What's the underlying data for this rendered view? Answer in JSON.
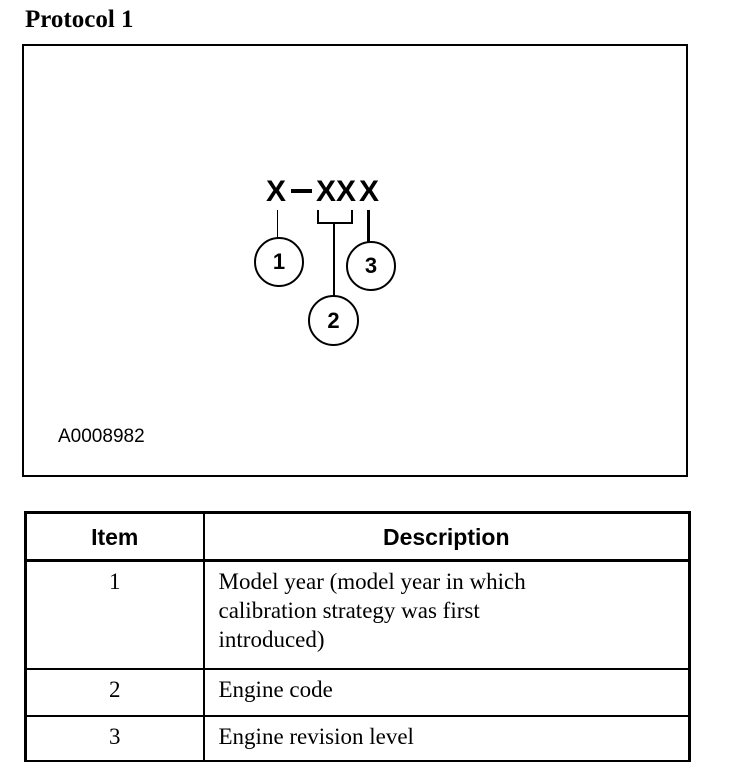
{
  "title": "Protocol 1",
  "figure": {
    "code": {
      "first": "X",
      "middle": "XX",
      "last": "X"
    },
    "callouts": {
      "one": "1",
      "two": "2",
      "three": "3"
    },
    "figure_id": "A0008982"
  },
  "table": {
    "headers": {
      "item": "Item",
      "description": "Description"
    },
    "rows": [
      {
        "item": "1",
        "description": "Model year (model year in which calibration strategy was first introduced)"
      },
      {
        "item": "2",
        "description": "Engine code"
      },
      {
        "item": "3",
        "description": "Engine revision level"
      }
    ]
  }
}
